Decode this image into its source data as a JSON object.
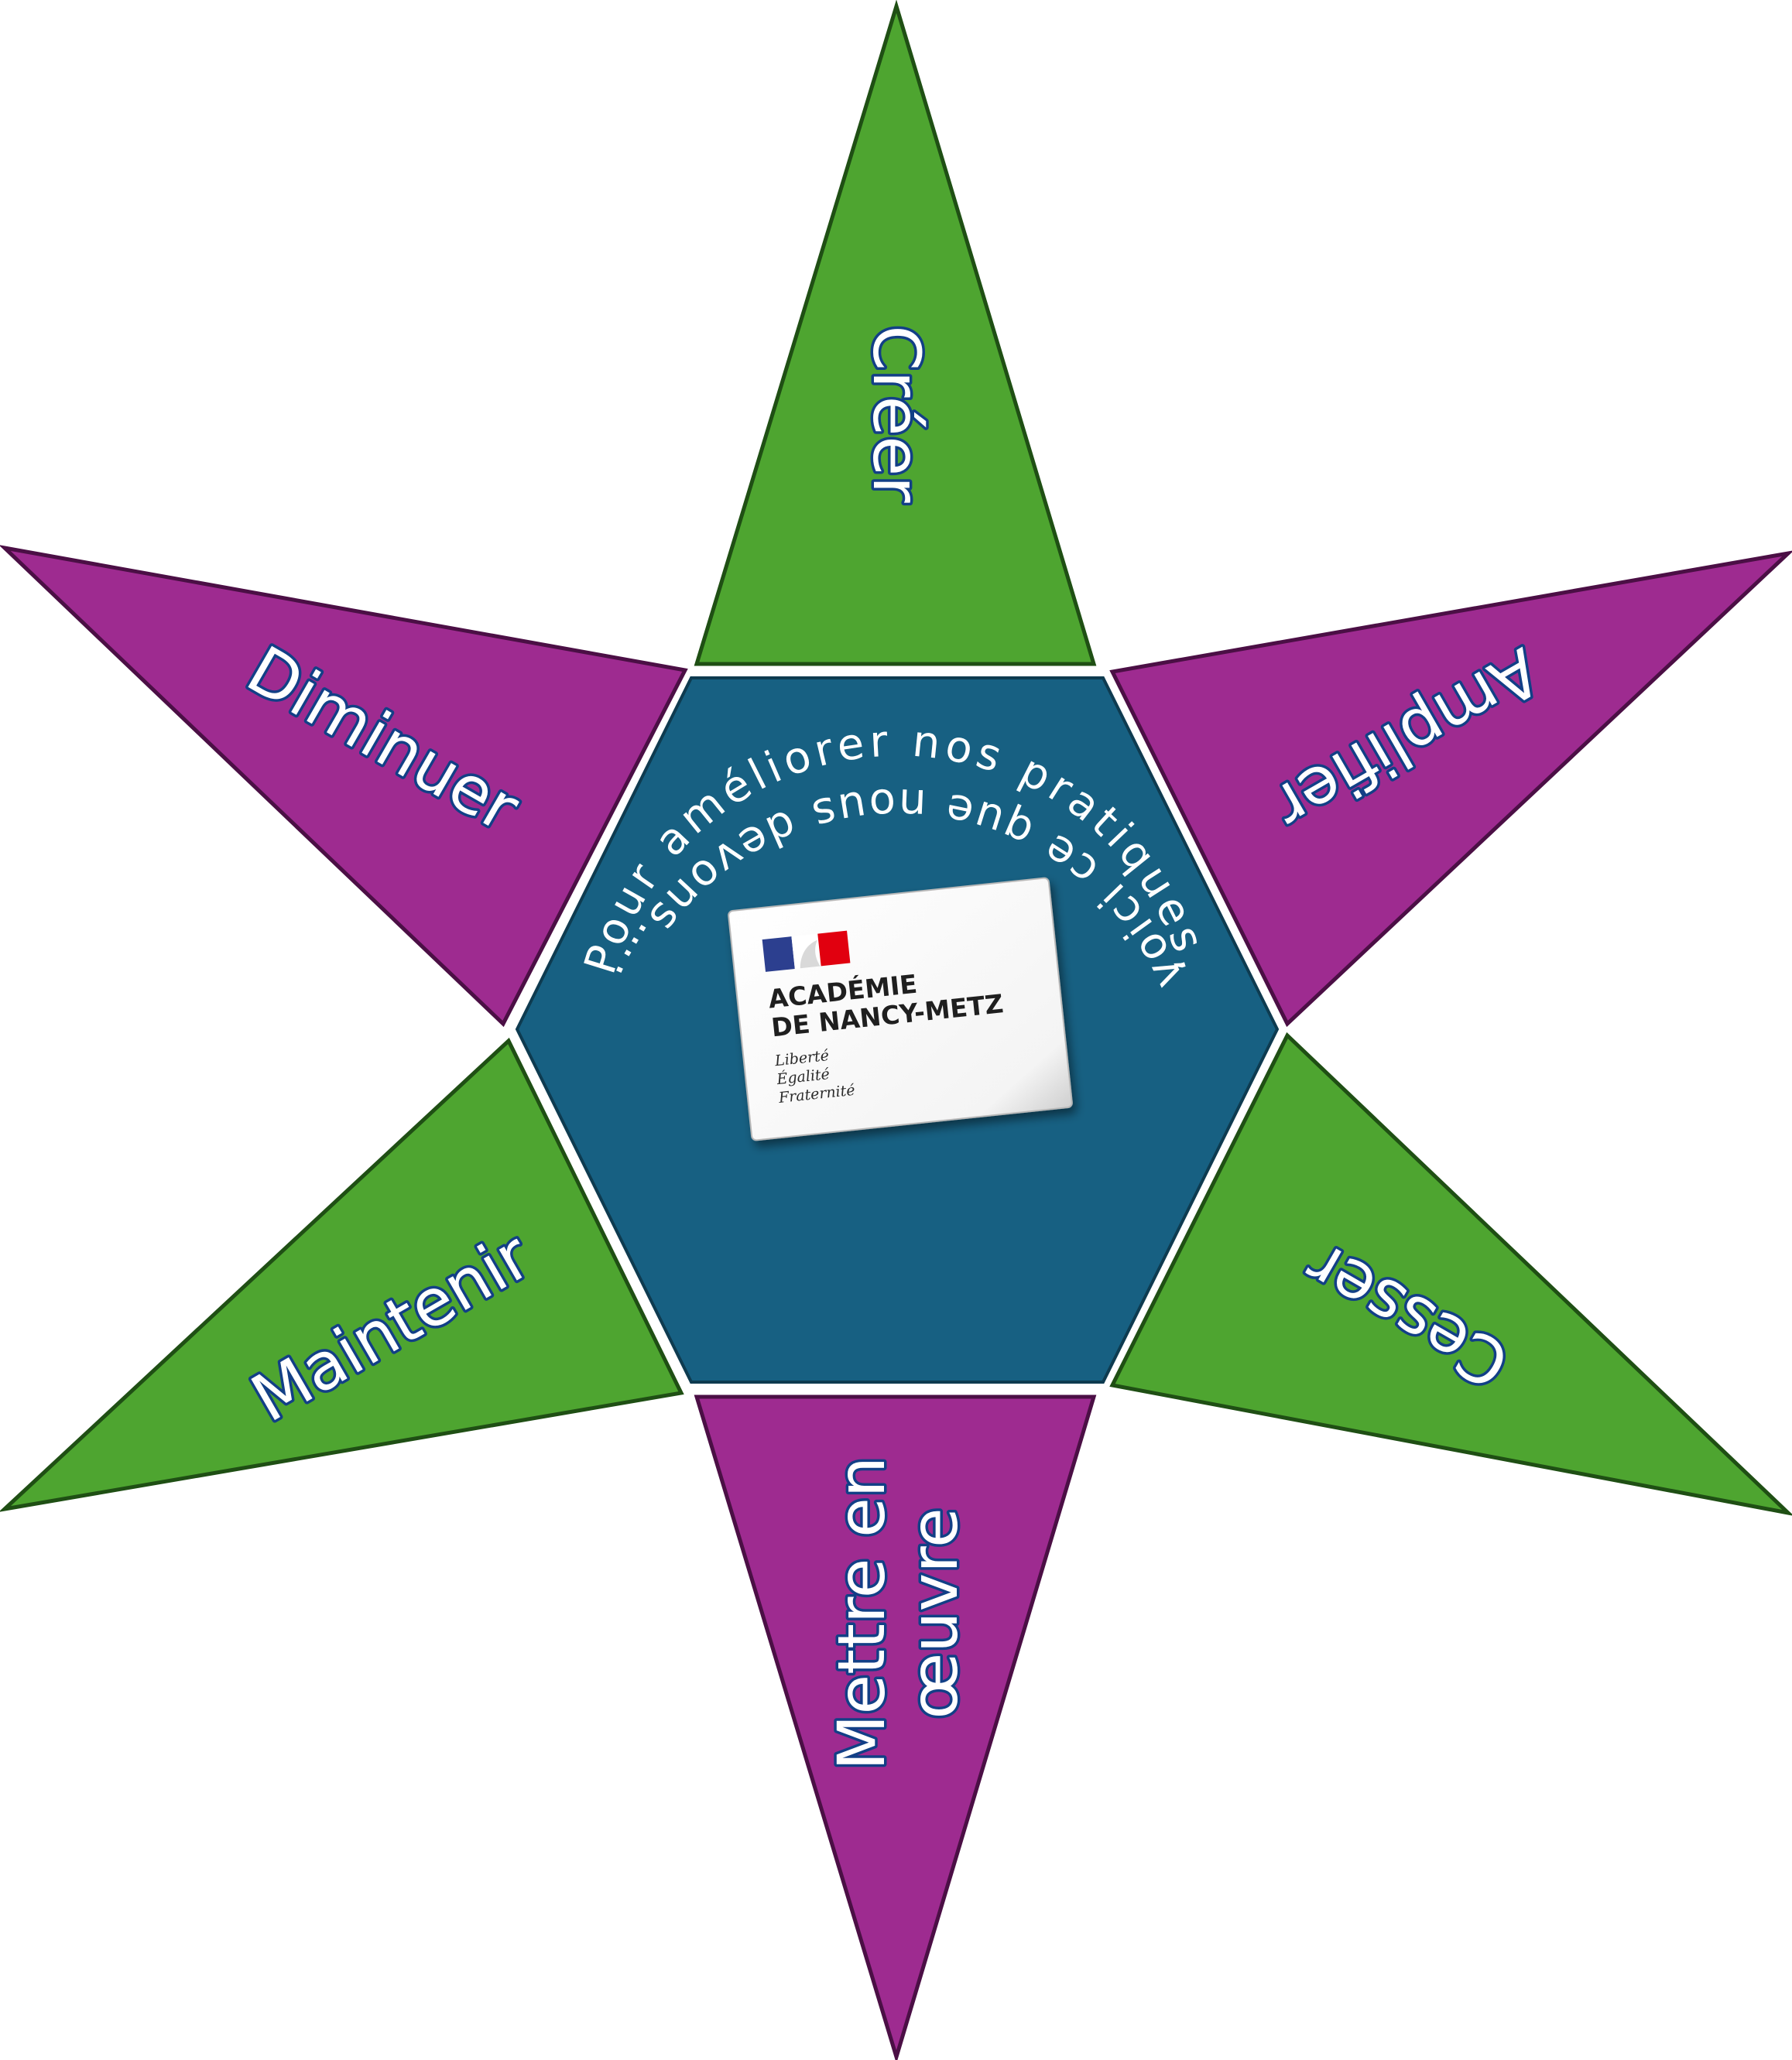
{
  "diagram": {
    "center_text_top": "Pour améliorer nos pratiques,",
    "center_text_bottom": "voici ce que nous devons….",
    "points": {
      "top": "Créer",
      "upper_left": "Diminuer",
      "upper_right": "Amplifier",
      "lower_left": "Maintenir",
      "lower_right": "Cesser",
      "bottom_line1": "Mettre en",
      "bottom_line2": "œuvre"
    },
    "logo": {
      "line1": "ACADÉMIE",
      "line2": "DE NANCY-METZ",
      "motto1": "Liberté",
      "motto2": "Égalité",
      "motto3": "Fraternité"
    },
    "colors": {
      "green": "#4ea530",
      "purple": "#9e2b90",
      "hexagon": "#176082",
      "outline_green": "#1f4f14",
      "outline_purple": "#4b0f45",
      "text_outline": "#123f86",
      "flag_blue": "#2c3f8f",
      "flag_red": "#e1000f"
    }
  }
}
